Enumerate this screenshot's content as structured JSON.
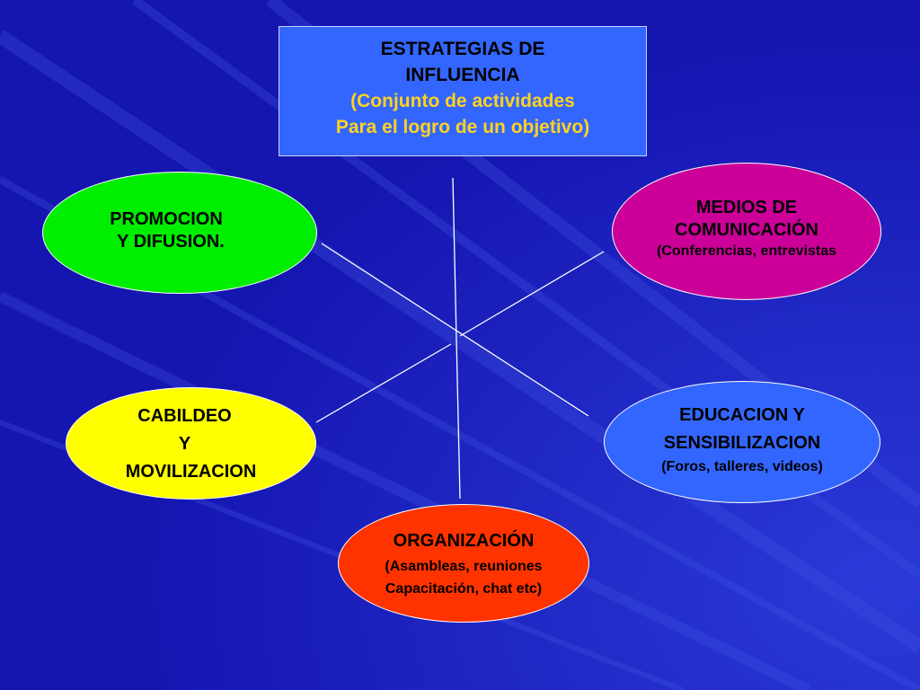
{
  "colors": {
    "background": "#1a1ab8",
    "title_box": "#3366ff",
    "title_subtitle_text": "#ffd21f",
    "promocion": "#00ee00",
    "medios": "#cc0099",
    "cabildeo": "#ffff00",
    "educacion": "#3366ff",
    "organizacion": "#ff3300",
    "connector_lines": "#ffffff"
  },
  "title": {
    "line1": "ESTRATEGIAS DE",
    "line2": "INFLUENCIA",
    "line3": "(Conjunto de actividades",
    "line4": "Para el logro de un objetivo)"
  },
  "nodes": {
    "promocion": {
      "line1": "PROMOCION",
      "line2": "Y DIFUSION."
    },
    "medios": {
      "line1": "MEDIOS DE",
      "line2": "COMUNICACIÓN",
      "line3": "(Conferencias, entrevistas"
    },
    "cabildeo": {
      "line1": "CABILDEO",
      "line2": "Y",
      "line3": "MOVILIZACION"
    },
    "educacion": {
      "line1": "EDUCACION Y",
      "line2": "SENSIBILIZACION",
      "line3": "(Foros, talleres, videos)"
    },
    "organizacion": {
      "line1": "ORGANIZACIÓN",
      "line2": "(Asambleas, reuniones",
      "line3": "Capacitación, chat etc)"
    }
  }
}
